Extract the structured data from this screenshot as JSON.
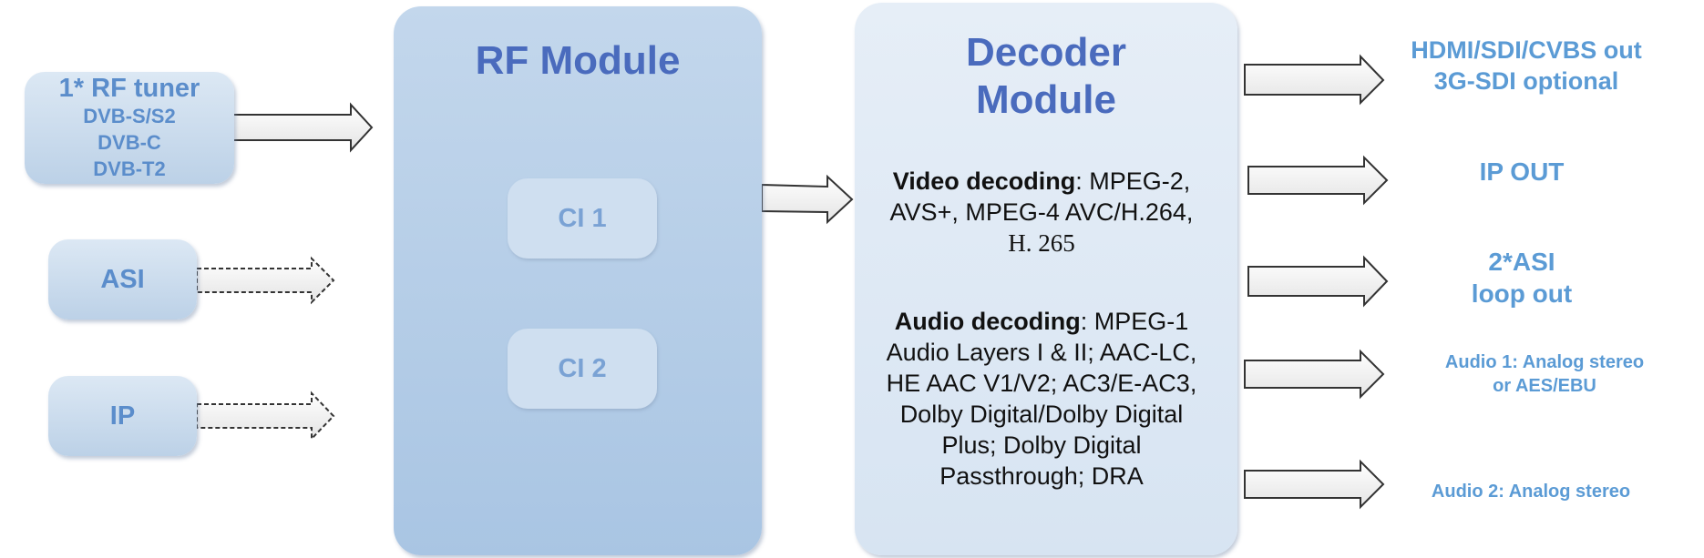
{
  "inputs": {
    "rf_tuner": {
      "title": "1* RF tuner",
      "line1": "DVB-S/S2",
      "line2": "DVB-C",
      "line3": "DVB-T2"
    },
    "asi": "ASI",
    "ip": "IP"
  },
  "rf_module": {
    "title": "RF Module",
    "ci1": "CI 1",
    "ci2": "CI 2"
  },
  "decoder_module": {
    "title_line1": "Decoder",
    "title_line2": "Module",
    "video": {
      "label": "Video decoding",
      "text1": ": MPEG-2,",
      "text2": "AVS+,  MPEG-4 AVC/H.264,",
      "text3": "H. 265"
    },
    "audio": {
      "label": "Audio decoding",
      "text1": ": MPEG-1",
      "text2": "Audio Layers I & II; AAC-LC,",
      "text3": "HE AAC V1/V2; AC3/E-AC3,",
      "text4": "Dolby Digital/Dolby Digital",
      "text5": "Plus; Dolby Digital",
      "text6": "Passthrough; DRA"
    }
  },
  "outputs": {
    "hdmi_line1": "HDMI/SDI/CVBS out",
    "hdmi_line2": "3G-SDI optional",
    "ip_out": "IP OUT",
    "asi_line1": "2*ASI",
    "asi_line2": "loop out",
    "audio1_line1": "Audio 1: Analog stereo",
    "audio1_line2": "or AES/EBU",
    "audio2": "Audio 2: Analog stereo"
  },
  "colors": {
    "title_blue": "#4a6bbd",
    "label_blue": "#5b9bd5",
    "rf_module_fill": "#b3cce6",
    "decoder_fill": "#dfe9f5"
  }
}
